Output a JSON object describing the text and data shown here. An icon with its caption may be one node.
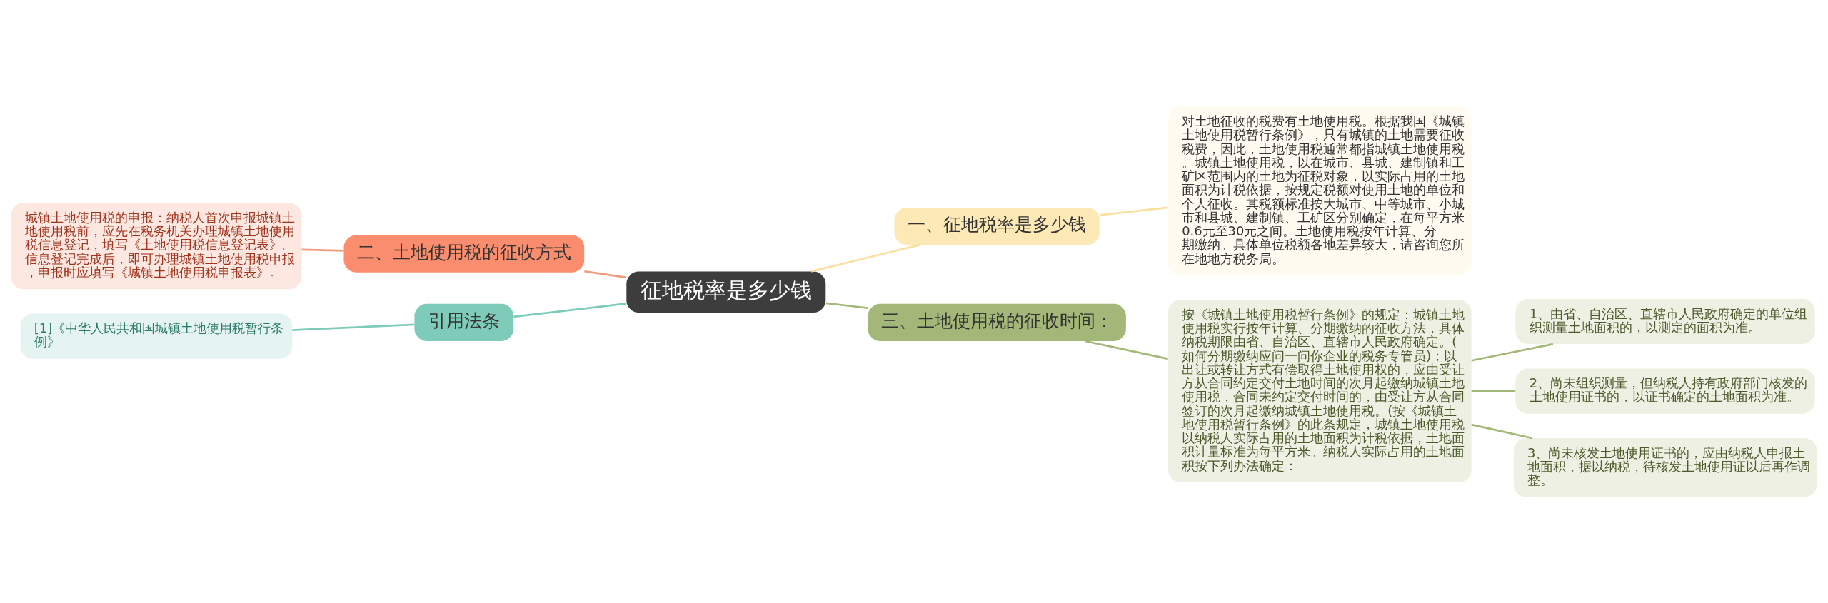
{
  "diagram": {
    "nodes": [
      {
        "text": [
          "征地税率是多少钱"
        ]
      },
      {
        "text": [
          "一、征地税率是多少钱"
        ]
      },
      {
        "text": [
          "对土地征收的税费有土地使用税。根据我国《城镇土地使用税暂行条例》，只有城镇的土地需要征收税费，因此，土地使用税通常都指城镇土地使用税。城镇土地使用税，以在城市、县城、建制镇和工矿区范围内的土地为征税对象，以实际占用的土地面积为计税依据，按规定税额对使用土地的单位和个人征收。其税额标准按大城市、中等城市、小城市和县城、建制镇、工矿区分别确定，在每平方米0.6元至30元之间。土地使用税按年计算、分期缴纳。具体单位税额各地差异较大，请咨询您所在地地方税务局。"
        ]
      },
      {
        "text": [
          "二、土地使用税的征收方式"
        ]
      },
      {
        "text": [
          "城镇土地使用税的申报：纳税人首次申报城镇土地使用税前，应先在税务机关办理城镇土地使用税信息登记，填写《土地使用税信息登记表》。信息登记完成后，即可办理城镇土地使用税申报，申报时应填写《城镇土地使用税申报表》。"
        ]
      },
      {
        "text": [
          "引用法条"
        ]
      },
      {
        "text": [
          "[1]《中华人民共和国城镇土地使用税暂行条例》"
        ]
      },
      {
        "text": [
          "三、土地使用税的征收时间："
        ]
      },
      {
        "text": [
          "按《城镇土地使用税暂行条例》的规定：城镇土地使用税实行按年计算、分期缴纳的征收方法，具体纳税期限由省、自治区、直辖市人民政府确定。(如何分期缴纳应问一问你企业的税务专管员)；以出让或转让方式有偿取得土地使用权的，应由受让方从合同约定交付土地时间的次月起缴纳城镇土地使用税，合同未约定交付时间的，由受让方从合同签订的次月起缴纳城镇土地使用税。(按《城镇土地使用税暂行条例》的此条规定，城镇土地使用税以纳税人实际占用的土地面积为计税依据，土地面积计量标准为每平方米。纳税人实际占用的土地面积按下列办法确定："
        ]
      },
      {
        "text": [
          "1、由省、自治区、直辖市人民政府确定的单位组织测量土地面积的，以测定的面积为准。"
        ]
      },
      {
        "text": [
          "2、尚未组织测量，但纳税人持有政府部门核发的土地使用证书的，以证书确定的土地面积为准。"
        ]
      },
      {
        "text": [
          "3、尚未核发土地使用证书的，应由纳税人申报土地面积，据以纳税，待核发土地使用证以后再作调整。"
        ]
      }
    ],
    "edges": [
      {
        "from": 0,
        "to": 1,
        "arrow": "none",
        "color": "#f9dfa0"
      },
      {
        "from": 1,
        "to": 2,
        "arrow": "none",
        "color": "#f9dfa0"
      },
      {
        "from": 0,
        "to": 3,
        "arrow": "none",
        "color": "#f49a7c"
      },
      {
        "from": 3,
        "to": 4,
        "arrow": "none",
        "color": "#f49a7c"
      },
      {
        "from": 0,
        "to": 5,
        "arrow": "none",
        "color": "#7ecbb9"
      },
      {
        "from": 5,
        "to": 6,
        "arrow": "none",
        "color": "#7ecbb9"
      },
      {
        "from": 0,
        "to": 7,
        "arrow": "none"
      },
      {
        "from": 7,
        "to": 8,
        "arrow": "none"
      },
      {
        "from": 8,
        "to": 9,
        "arrow": "none"
      },
      {
        "from": 8,
        "to": 10,
        "arrow": "none"
      },
      {
        "from": 8,
        "to": 11,
        "arrow": "none"
      }
    ]
  }
}
